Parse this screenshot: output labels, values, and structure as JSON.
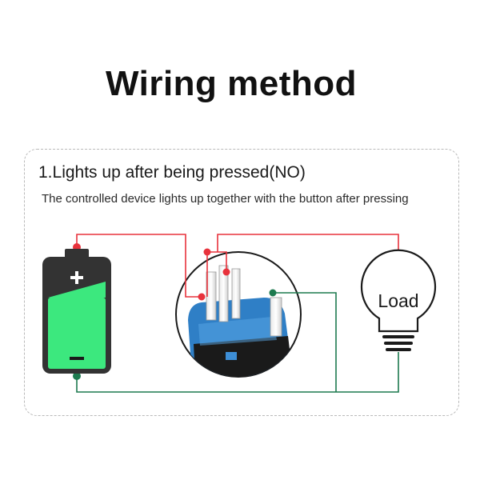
{
  "title": "Wiring method",
  "section": {
    "heading": "1.Lights up after being pressed(NO)",
    "description": "The controlled device lights up together with the button after pressing"
  },
  "diagram": {
    "load_label": "Load",
    "colors": {
      "positive_wire": "#e8323c",
      "negative_wire": "#1d7a4f",
      "battery_fill": "#3ce87e",
      "battery_body": "#333333",
      "switch_body": "#2f7fc6"
    }
  }
}
